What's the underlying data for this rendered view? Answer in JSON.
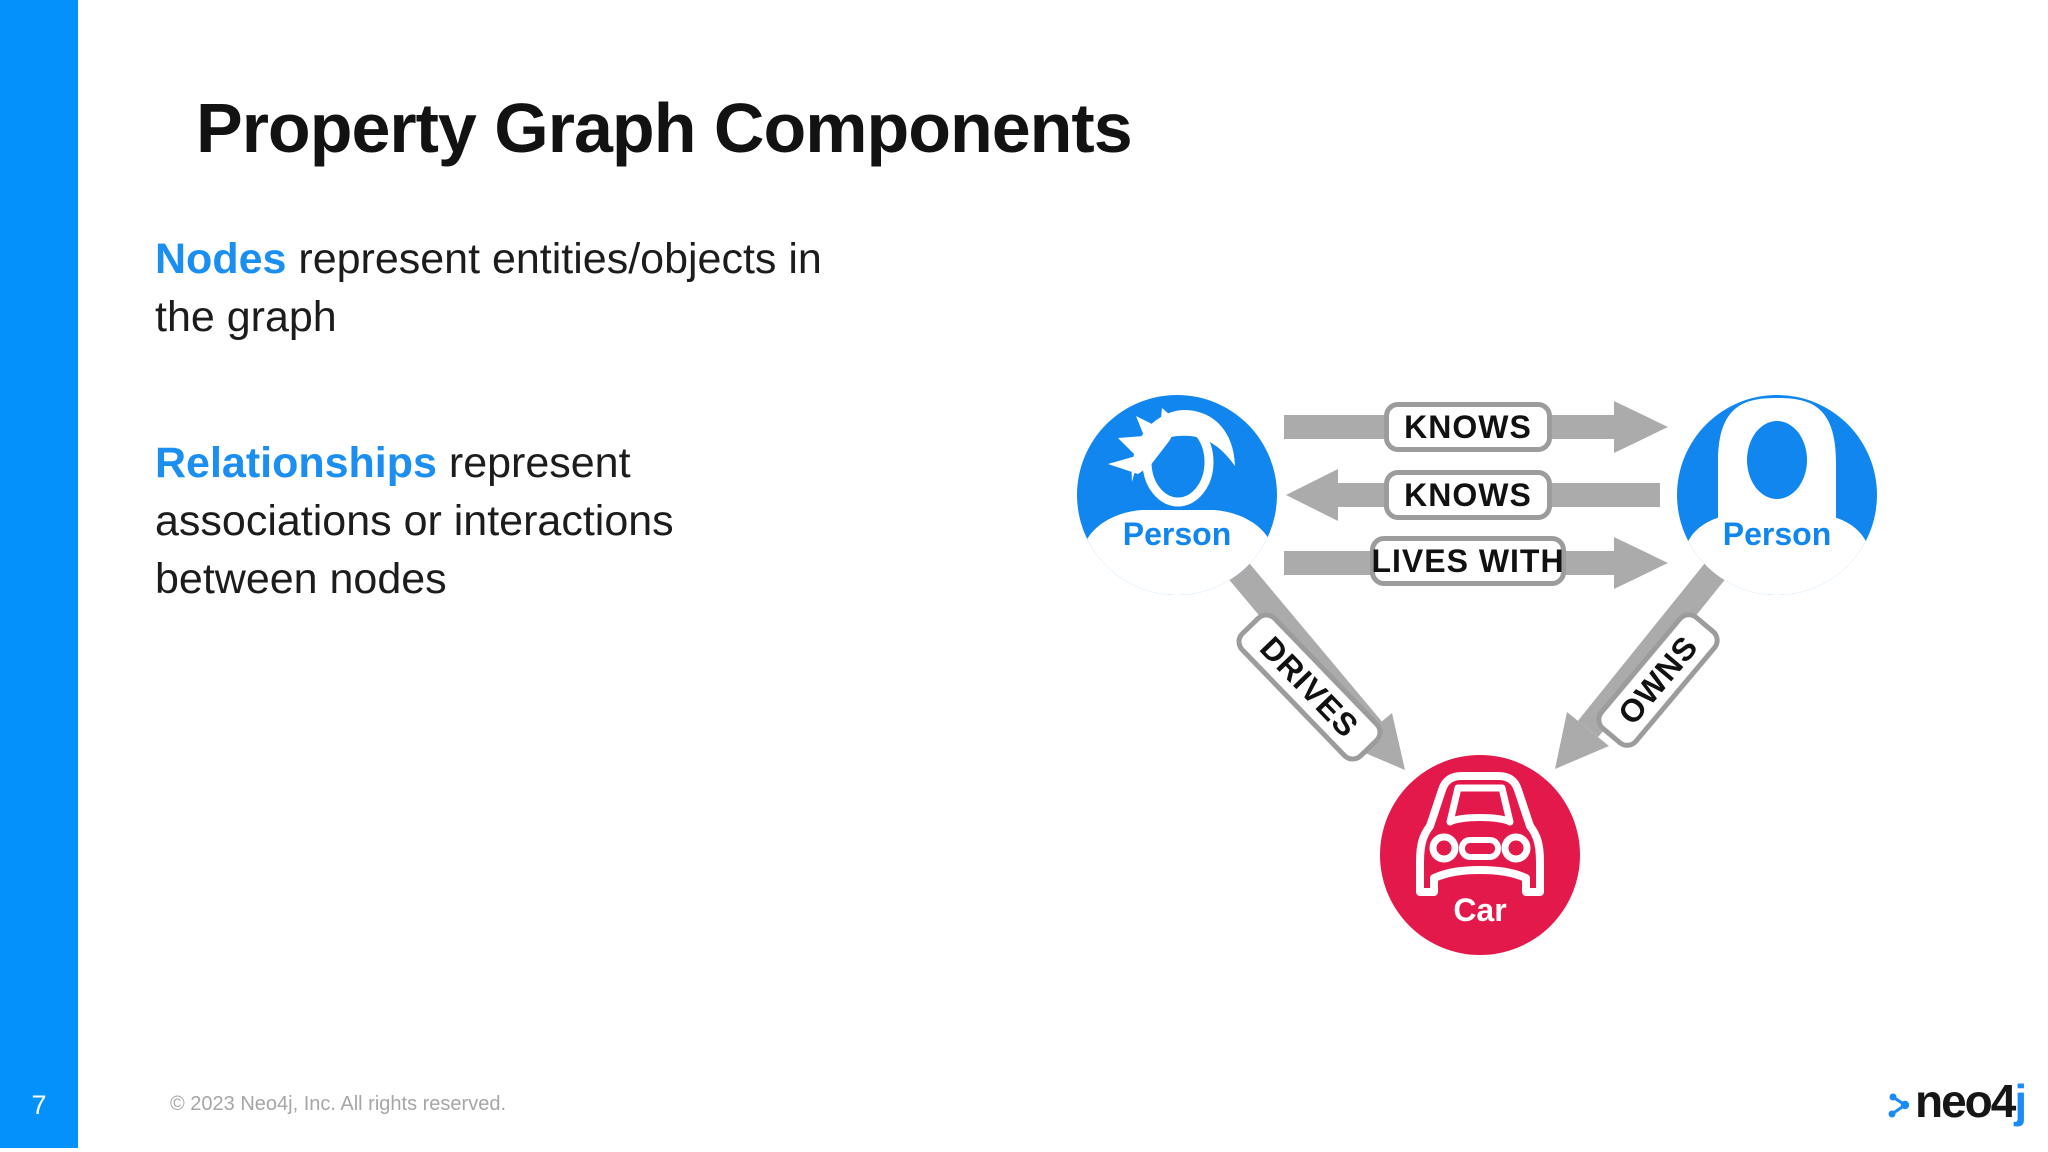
{
  "slide": {
    "page_number": "7",
    "title": "Property Graph Components",
    "bullets": [
      {
        "term": "Nodes",
        "rest": " represent entities/objects in the graph"
      },
      {
        "term": "Relationships",
        "rest": " represent associations or interactions between nodes"
      }
    ],
    "footer": {
      "copyright": "© 2023 Neo4j, Inc. All rights reserved.",
      "logo_word": "neo4",
      "logo_j": "j",
      "logo_icon": "neo4j-graph-icon"
    }
  },
  "diagram": {
    "nodes": [
      {
        "label": "Person",
        "icon": "male-person-icon",
        "color": "#1186EF",
        "position": "top-left"
      },
      {
        "label": "Person",
        "icon": "female-person-icon",
        "color": "#1186EF",
        "position": "top-right"
      },
      {
        "label": "Car",
        "icon": "car-icon",
        "color": "#E4194B",
        "position": "bottom-center"
      }
    ],
    "relationships": [
      {
        "label": "KNOWS",
        "from": "Person (left)",
        "to": "Person (right)",
        "direction": "right"
      },
      {
        "label": "KNOWS",
        "from": "Person (right)",
        "to": "Person (left)",
        "direction": "left"
      },
      {
        "label": "LIVES WITH",
        "from": "Person (left)",
        "to": "Person (right)",
        "direction": "right"
      },
      {
        "label": "DRIVES",
        "from": "Person (left)",
        "to": "Car",
        "direction": "down-right"
      },
      {
        "label": "OWNS",
        "from": "Person (right)",
        "to": "Car",
        "direction": "down-left"
      }
    ],
    "arrow_color": "#ABABAB",
    "pill_border_color": "#9C9C9C"
  },
  "colors": {
    "accent_bar": "#0591FB",
    "term_blue": "#1B8EF2",
    "node_blue": "#1186EF",
    "node_red": "#E4194B",
    "arrow_gray": "#ABABAB",
    "copyright_gray": "#A6A6A6"
  }
}
